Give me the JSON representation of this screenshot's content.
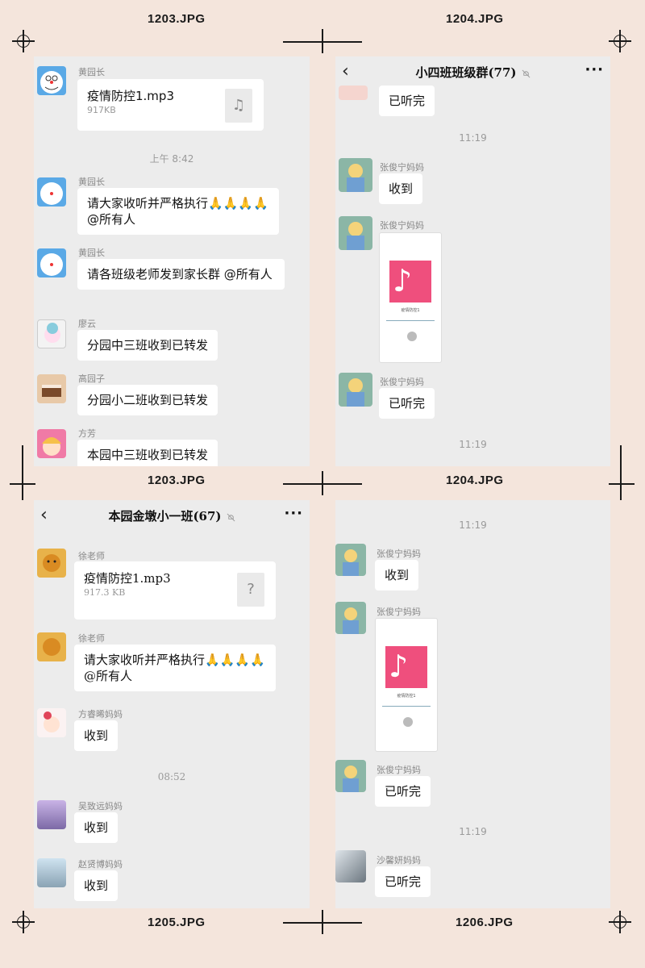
{
  "captions": [
    "1203.JPG",
    "1204.JPG",
    "1203.JPG",
    "1204.JPG",
    "1205.JPG",
    "1206.JPG"
  ],
  "colors": {
    "background": "#f4e5dc",
    "chat_bg": "#ececec",
    "bubble": "#ffffff",
    "music_card": "#ef4f7d"
  },
  "icons": [
    "music-note-icon",
    "back-arrow-icon",
    "mute-bell-icon",
    "more-icon",
    "unknown-file-icon"
  ],
  "panel1": {
    "file": {
      "sender": "黄园长",
      "name": "疫情防控1.mp3",
      "size": "917KB"
    },
    "time": "上午 8:42",
    "messages": [
      {
        "sender": "黄园长",
        "text": "请大家收听并严格执行🙏🙏🙏🙏@所有人"
      },
      {
        "sender": "黄园长",
        "text": "请各班级老师发到家长群 @所有人"
      },
      {
        "sender": "廖云",
        "text": "分园中三班收到已转发"
      },
      {
        "sender": "高园子",
        "text": "分园小二班收到已转发"
      },
      {
        "sender": "方芳",
        "text": "本园中三班收到已转发"
      }
    ]
  },
  "panel2": {
    "title": "小四班班级群(77)",
    "more": "···",
    "messages": [
      {
        "sender": "",
        "text": "已听完"
      },
      {
        "sender": "张俊宁妈妈",
        "text": "收到"
      },
      {
        "sender": "张俊宁妈妈",
        "text": "已听完"
      }
    ],
    "times": [
      "11:19",
      "11:19"
    ],
    "screenshot": {
      "sender": "张俊宁妈妈",
      "caption": "疫情防控1"
    }
  },
  "panel3": {
    "title": "本园金墩小一班(67)",
    "more": "···",
    "file": {
      "sender": "徐老师",
      "name": "疫情防控1.mp3",
      "size": "917.3 KB"
    },
    "time": "08:52",
    "messages": [
      {
        "sender": "徐老师",
        "text": "请大家收听并严格执行🙏🙏🙏🙏@所有人"
      },
      {
        "sender": "方睿晞妈妈",
        "text": "收到"
      },
      {
        "sender": "吴致远妈妈",
        "text": "收到"
      },
      {
        "sender": "赵贤博妈妈",
        "text": "收到"
      }
    ]
  },
  "panel4": {
    "times": [
      "11:19",
      "11:19"
    ],
    "messages": [
      {
        "sender": "张俊宁妈妈",
        "text": "收到"
      },
      {
        "sender": "张俊宁妈妈",
        "text": "已听完"
      },
      {
        "sender": "沙馨妍妈妈",
        "text": "已听完"
      }
    ],
    "screenshot": {
      "sender": "张俊宁妈妈",
      "caption": "疫情防控1"
    }
  }
}
